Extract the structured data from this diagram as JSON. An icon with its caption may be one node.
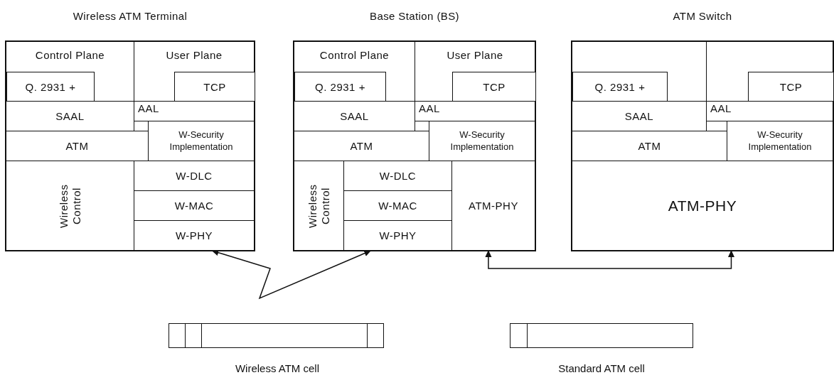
{
  "diagram": {
    "nodes": [
      {
        "text": [
          "Wireless ATM Terminal"
        ]
      },
      {
        "text": [
          "Control Plane"
        ],
        "in": 0
      },
      {
        "text": [
          "User Plane"
        ],
        "in": 0
      },
      {
        "text": [
          "Q. 2931 +"
        ],
        "in": 1
      },
      {
        "text": [
          "TCP"
        ],
        "in": 2
      },
      {
        "text": [
          "SAAL"
        ],
        "in": 0
      },
      {
        "text": [
          "AAL"
        ],
        "in": 0
      },
      {
        "text": [
          "W-Security Implementation"
        ],
        "in": 0
      },
      {
        "text": [
          "ATM"
        ],
        "in": 0
      },
      {
        "text": [
          "Wireless Control"
        ],
        "in": 0
      },
      {
        "text": [
          "W-DLC"
        ],
        "in": 0
      },
      {
        "text": [
          "W-MAC"
        ],
        "in": 0
      },
      {
        "text": [
          "W-PHY"
        ],
        "in": 0
      },
      {
        "text": [
          "Base Station (BS)"
        ]
      },
      {
        "text": [
          "Control Plane"
        ],
        "in": 13
      },
      {
        "text": [
          "User Plane"
        ],
        "in": 13
      },
      {
        "text": [
          "Q. 2931 +"
        ],
        "in": 14
      },
      {
        "text": [
          "TCP"
        ],
        "in": 15
      },
      {
        "text": [
          "SAAL"
        ],
        "in": 13
      },
      {
        "text": [
          "AAL"
        ],
        "in": 13
      },
      {
        "text": [
          "W-Security Implementation"
        ],
        "in": 13
      },
      {
        "text": [
          "ATM"
        ],
        "in": 13
      },
      {
        "text": [
          "Wireless Control"
        ],
        "in": 13
      },
      {
        "text": [
          "W-DLC"
        ],
        "in": 13
      },
      {
        "text": [
          "W-MAC"
        ],
        "in": 13
      },
      {
        "text": [
          "W-PHY"
        ],
        "in": 13
      },
      {
        "text": [
          "ATM-PHY"
        ],
        "in": 13
      },
      {
        "text": [
          "ATM Switch"
        ]
      },
      {
        "text": [],
        "shape": "box",
        "in": 27
      },
      {
        "text": [],
        "shape": "box",
        "in": 27
      },
      {
        "text": [
          "Q. 2931 +"
        ],
        "in": 28
      },
      {
        "text": [
          "TCP"
        ],
        "in": 29
      },
      {
        "text": [
          "SAAL"
        ],
        "in": 27
      },
      {
        "text": [
          "AAL"
        ],
        "in": 27
      },
      {
        "text": [
          "W-Security Implementation"
        ],
        "in": 27
      },
      {
        "text": [
          "ATM"
        ],
        "in": 27
      },
      {
        "text": [
          "ATM-PHY"
        ],
        "in": 27
      },
      {
        "text": [
          "Wireless ATM cell"
        ]
      },
      {
        "text": [
          "Standard ATM cell"
        ]
      }
    ],
    "edges": [
      {
        "from": 12,
        "to": 25,
        "arrow": "both"
      },
      {
        "from": 26,
        "to": 36,
        "arrow": "both"
      }
    ]
  }
}
